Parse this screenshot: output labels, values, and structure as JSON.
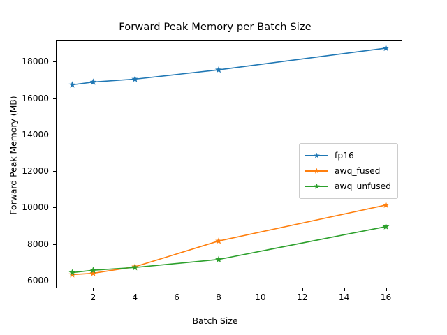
{
  "chart_data": {
    "type": "line",
    "title": "Forward Peak Memory per Batch Size",
    "xlabel": "Batch Size",
    "ylabel": "Forward Peak Memory (MB)",
    "x": [
      1,
      2,
      4,
      8,
      16
    ],
    "xlim": [
      0.25,
      16.75
    ],
    "ylim": [
      5620,
      19120
    ],
    "xticks": [
      2,
      4,
      6,
      8,
      10,
      12,
      14,
      16
    ],
    "xtick_labels": [
      "2",
      "4",
      "6",
      "8",
      "10",
      "12",
      "14",
      "16"
    ],
    "yticks": [
      6000,
      8000,
      10000,
      12000,
      14000,
      16000,
      18000
    ],
    "ytick_labels": [
      "6000",
      "8000",
      "10000",
      "12000",
      "14000",
      "16000",
      "18000"
    ],
    "grid": false,
    "legend_position": "center right",
    "marker": "star",
    "series": [
      {
        "name": "fp16",
        "color": "#1f77b4",
        "values": [
          16730,
          16880,
          17040,
          17550,
          18740
        ]
      },
      {
        "name": "awq_fused",
        "color": "#ff7f0e",
        "values": [
          6330,
          6400,
          6760,
          8170,
          10140
        ]
      },
      {
        "name": "awq_unfused",
        "color": "#2ca02c",
        "values": [
          6440,
          6570,
          6720,
          7160,
          8960
        ]
      }
    ]
  }
}
